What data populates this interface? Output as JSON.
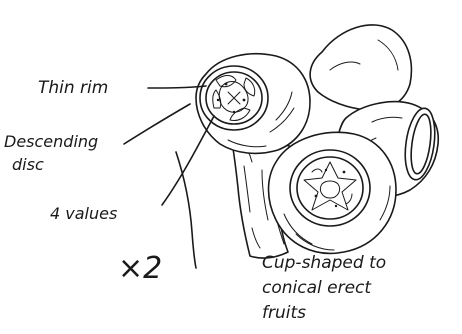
{
  "labels": {
    "thin_rim": "Thin rim",
    "descending_disc_line1": "Descending",
    "descending_disc_line2": "disc",
    "valves": "4 values",
    "magnification": "×2",
    "caption_line1": "Cup-shaped to",
    "caption_line2": "conical erect",
    "caption_line3": "fruits"
  },
  "colors": {
    "ink": "#1a1a1a",
    "paper": "#ffffff"
  }
}
